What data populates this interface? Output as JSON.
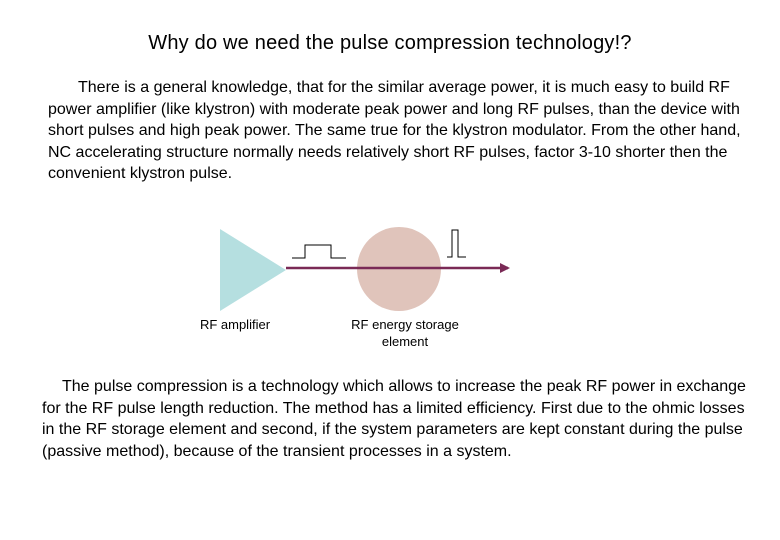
{
  "title": "Why do we need the pulse compression technology!?",
  "paragraph_1": "There is a general knowledge, that for the similar average power, it is much easy to build RF power amplifier (like klystron) with moderate peak power and long RF pulses, than the device with short pulses and high peak power. The same true for the klystron modulator. From the other hand, NC accelerating structure normally needs relatively short RF pulses, factor 3-10 shorter then the convenient  klystron pulse.",
  "diagram": {
    "amplifier_label": "RF amplifier",
    "storage_label": "RF energy storage element",
    "colors": {
      "amplifier_fill": "#b5dfe0",
      "storage_fill": "#e0c4bb",
      "arrow": "#7a2a56"
    }
  },
  "paragraph_2": "The pulse compression is a technology which allows to increase the peak RF power in exchange for the RF pulse length reduction. The method has a limited efficiency. First due to the ohmic losses in the RF storage element and second, if the system parameters are kept constant during the pulse (passive method), because of the transient processes in a system."
}
